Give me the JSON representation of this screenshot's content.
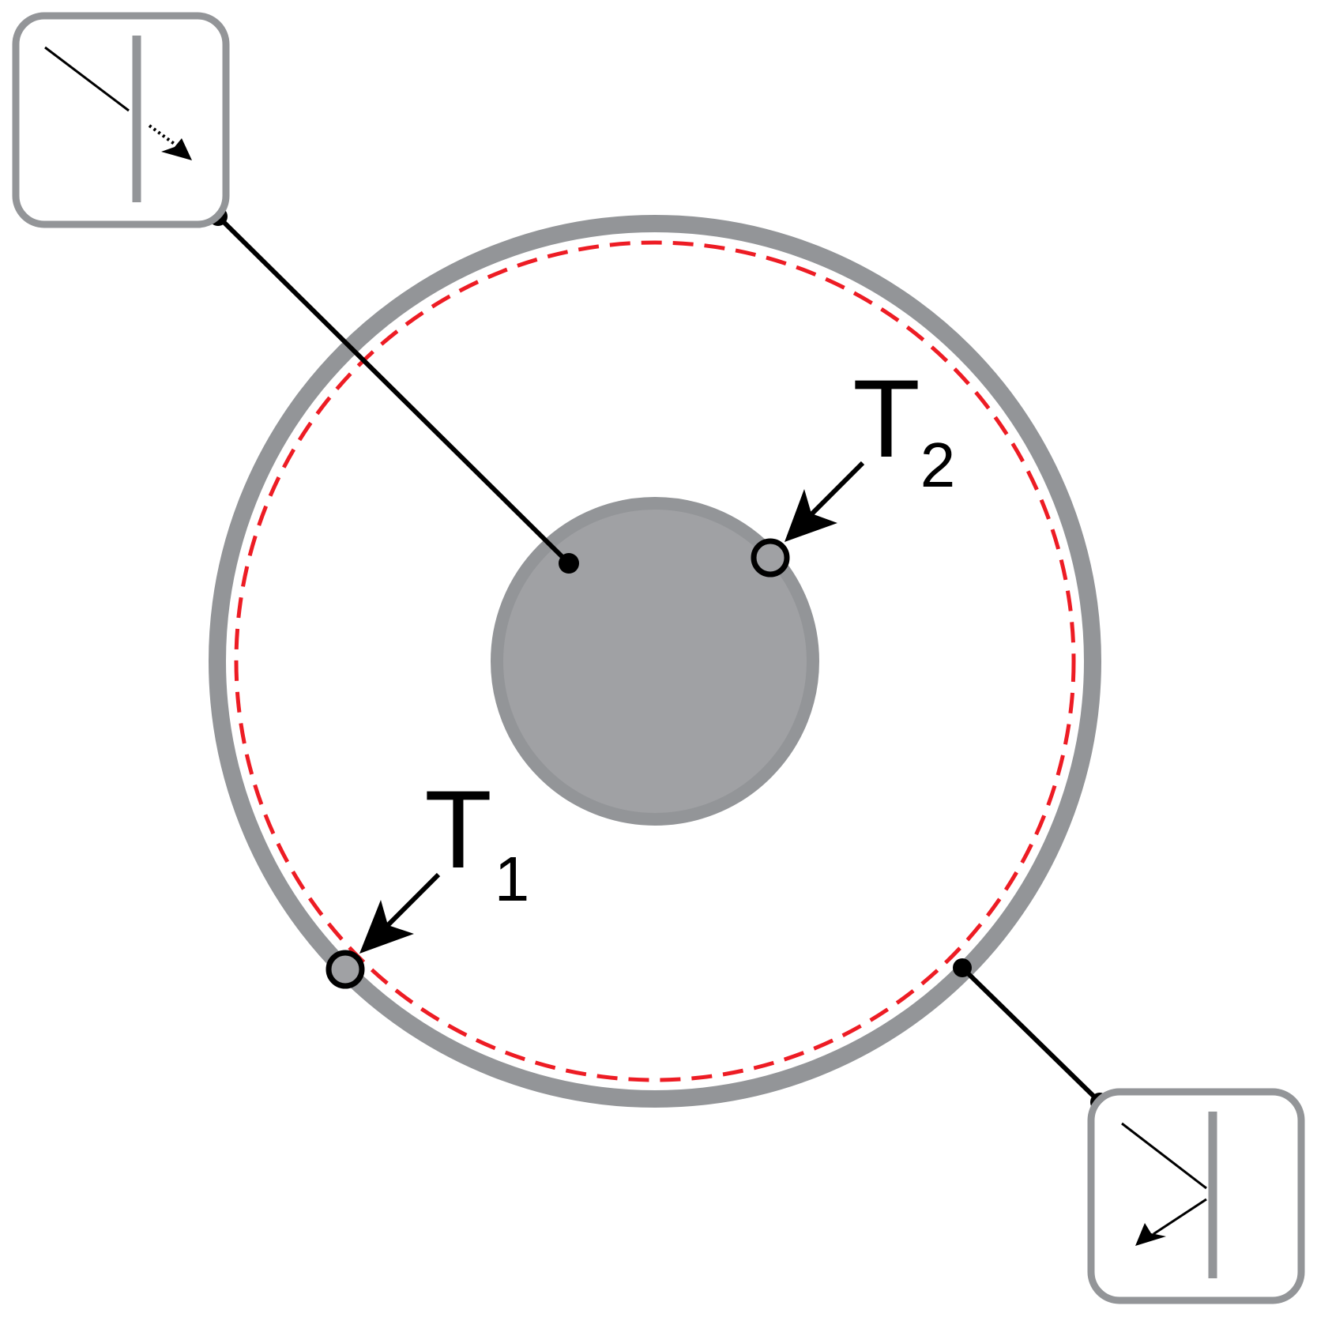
{
  "labels": {
    "t1_main": "T",
    "t1_sub": "1",
    "t2_main": "T",
    "t2_sub": "2"
  },
  "colors": {
    "ring": "#939598",
    "inner_disc": "#a0a1a4",
    "dashed_circle": "#ed1c24",
    "lines": "#000000",
    "box_border": "#939598",
    "mirror": "#939598"
  },
  "icons": {
    "top_left_box": "light-splitter-icon",
    "bottom_right_box": "light-reflector-icon"
  }
}
